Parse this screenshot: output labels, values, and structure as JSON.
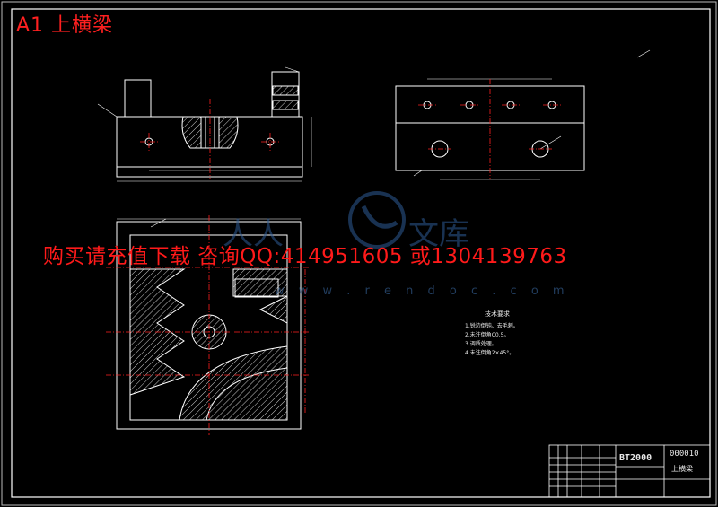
{
  "drawing": {
    "label": "A1 上横梁",
    "ad_text": "购买请充值下载 咨询QQ:414951605 或1304139763",
    "watermark_url": "w w w . r e n d o c . c o m"
  },
  "title_block": {
    "drawing_number": "000010",
    "model": "BT2000",
    "part_name": "上横梁"
  },
  "technical_notes": {
    "title": "技术要求",
    "items": [
      "1.锐边倒钝、去毛刺。",
      "2.未注倒角C0.5。",
      "3.调质处理。",
      "4.未注倒角2×45°。"
    ]
  },
  "colors": {
    "background": "#000000",
    "lines": "#ffffff",
    "centerlines": "#ff2020",
    "dimensions": "#ffffff",
    "ad_text": "#ff1a1a",
    "watermark": "#3c6eaa"
  }
}
